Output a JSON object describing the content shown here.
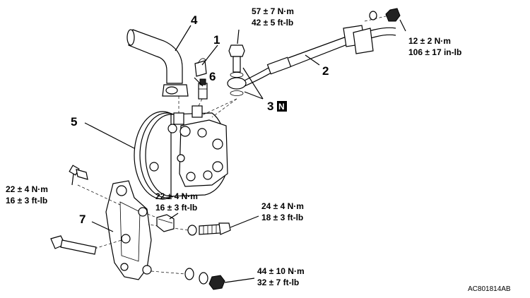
{
  "callouts": {
    "c1": "1",
    "c2": "2",
    "c3": "3",
    "c3_badge": "N",
    "c4": "4",
    "c5": "5",
    "c6": "6",
    "c7": "7"
  },
  "torques": {
    "t_eye_bolt": [
      "57 ± 7 N·m",
      "42 ± 5 ft-lb"
    ],
    "t_clamp_nut": [
      "12 ± 2 N·m",
      "106 ± 17 in-lb"
    ],
    "t_bracket_bolt_left": [
      "22 ± 4 N·m",
      "16 ± 3 ft-lb"
    ],
    "t_pump_bolt": [
      "22 ± 4 N·m",
      "16 ± 3 ft-lb"
    ],
    "t_bracket_bolt_right": [
      "24 ± 4 N·m",
      "18 ± 3 ft-lb"
    ],
    "t_lower_nut": [
      "44 ± 10 N·m",
      "32 ± 7 ft-lb"
    ]
  },
  "figure_code": "AC801814AB"
}
